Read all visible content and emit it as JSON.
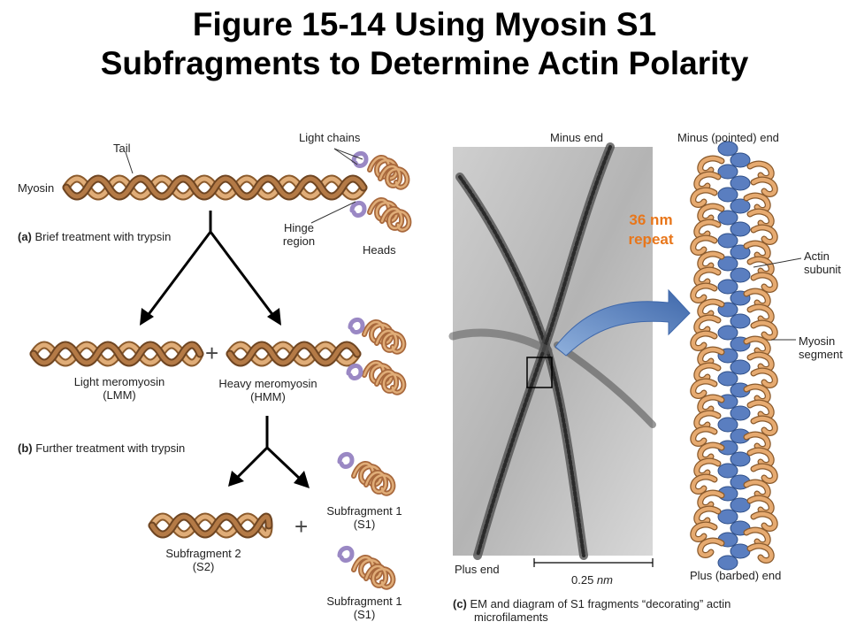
{
  "title": {
    "line1": "Figure 15-14 Using Myosin S1",
    "line2": "Subfragments to Determine Actin Polarity"
  },
  "panel_a": {
    "tail": "Tail",
    "myosin": "Myosin",
    "light_chains": "Light chains",
    "hinge_line1": "Hinge",
    "hinge_line2": "region",
    "heads": "Heads",
    "caption_letter": "(a)",
    "caption_text": "Brief treatment with trypsin",
    "plus": "+",
    "lmm_line1": "Light meromyosin",
    "lmm_line2": "(LMM)",
    "hmm_line1": "Heavy meromyosin",
    "hmm_line2": "(HMM)"
  },
  "panel_b": {
    "caption_letter": "(b)",
    "caption_text": "Further treatment with trypsin",
    "plus": "+",
    "s1a_line1": "Subfragment 1",
    "s1a_line2": "(S1)",
    "s2_line1": "Subfragment 2",
    "s2_line2": "(S2)",
    "s1b_line1": "Subfragment 1",
    "s1b_line2": "(S1)"
  },
  "panel_c": {
    "minus_end": "Minus end",
    "plus_end": "Plus end",
    "scale": "0.25 ",
    "scale_unit": "nm",
    "minus_pointed": "Minus (pointed) end",
    "plus_barbed": "Plus (barbed) end",
    "repeat_line1": "36 nm",
    "repeat_line2": "repeat",
    "actin_line1": "Actin",
    "actin_line2": "subunit",
    "myosin_line1": "Myosin",
    "myosin_line2": "segment",
    "caption_letter": "(c)",
    "caption_line1": "EM and diagram of S1 fragments “decorating” actin",
    "caption_line2": "microfilaments"
  },
  "colors": {
    "strand_dark": "#a8683c",
    "strand_light": "#e0ad78",
    "light_chain": "#9a88c4",
    "actin": "#5a7ec0",
    "s1_orange": "#e6aa70",
    "arrow_blue": "#4a73b3",
    "repeat_label": "#e8761a"
  }
}
